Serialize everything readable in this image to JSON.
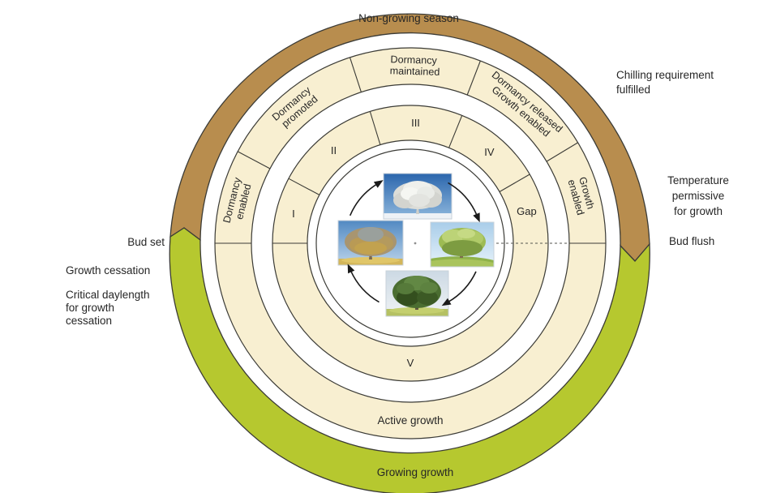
{
  "figure": {
    "outer_ring": {
      "non_growing_label": "Non-growing season",
      "growing_label": "Growing growth",
      "non_growing_color": "#b88d4e",
      "growing_color": "#b6c82f"
    },
    "side_labels": {
      "chilling_l1": "Chilling requirement",
      "chilling_l2": "fulfilled",
      "temperature_l1": "Temperature",
      "temperature_l2": "permissive",
      "temperature_l3": "for growth",
      "bud_flush": "Bud flush",
      "bud_set": "Bud set",
      "growth_cessation": "Growth cessation",
      "critical_l1": "Critical daylength",
      "critical_l2": "for growth",
      "critical_l3": "cessation"
    },
    "phase_ring": {
      "fill_color": "#f8efd1",
      "dormancy_enabled_l1": "Dormancy",
      "dormancy_enabled_l2": "enabled",
      "dormancy_promoted_l1": "Dormancy",
      "dormancy_promoted_l2": "promoted",
      "dormancy_maintained_l1": "Dormancy",
      "dormancy_maintained_l2": "maintained",
      "dormancy_released_l1": "Dormancy released",
      "dormancy_released_l2": "Growth enabled",
      "growth_enabled_l1": "Growth",
      "growth_enabled_l2": "enabled",
      "active_growth": "Active growth"
    },
    "stage_ring": {
      "stage1": "I",
      "stage2": "II",
      "stage3": "III",
      "stage4": "IV",
      "gap": "Gap",
      "stage5": "V"
    },
    "center_cycle": {
      "seasons": [
        "winter",
        "spring",
        "summer",
        "autumn"
      ],
      "direction": "clockwise"
    }
  }
}
